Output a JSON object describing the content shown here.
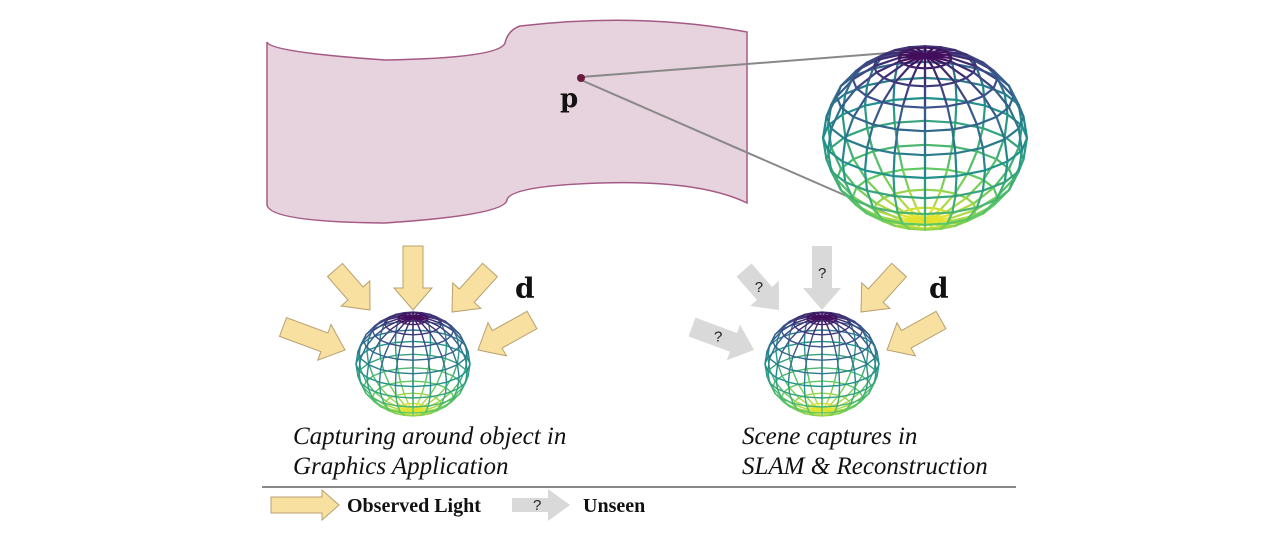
{
  "figure": {
    "surface": {
      "point_label": "p",
      "fill_color": "#e6d3dd",
      "stroke_color": "#a55a85",
      "point_color": "#6b1a3f"
    },
    "panels": [
      {
        "direction_label": "d",
        "caption_line1": "Capturing around object in",
        "caption_line2": "Graphics Application",
        "arrows": [
          "observed",
          "observed",
          "observed",
          "observed",
          "observed"
        ]
      },
      {
        "direction_label": "d",
        "caption_line1": "Scene captures in",
        "caption_line2": "SLAM & Reconstruction",
        "arrows": [
          "unseen",
          "unseen",
          "unseen",
          "observed",
          "observed"
        ],
        "unseen_mark": "?"
      }
    ],
    "legend": {
      "observed_label": "Observed Light",
      "unseen_label": "Unseen",
      "unseen_mark": "?"
    },
    "colors": {
      "observed_fill": "#f8e0a0",
      "observed_stroke": "#b8a070",
      "unseen_fill": "#d9d9d9",
      "divider": "#888888",
      "sphere_top": "#440154",
      "sphere_mid": "#3b528b",
      "sphere_teal": "#21918c",
      "sphere_green": "#5ec962",
      "sphere_yellow": "#fde725"
    }
  }
}
